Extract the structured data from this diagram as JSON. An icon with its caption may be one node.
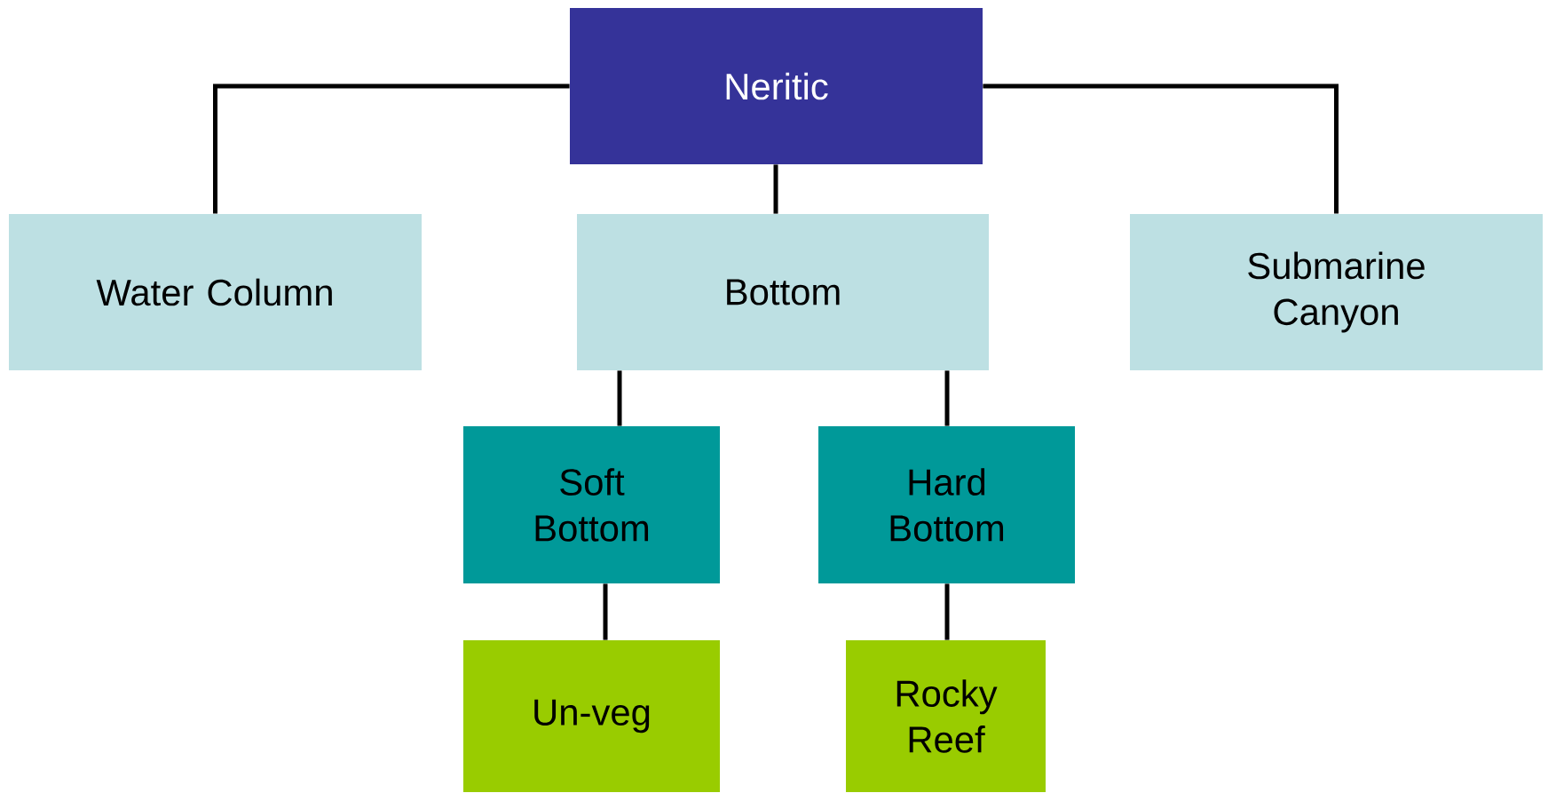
{
  "diagram": {
    "nodes": [
      {
        "text": [
          "Neritic"
        ]
      },
      {
        "text": [
          "Water Column"
        ]
      },
      {
        "text": [
          "Bottom"
        ]
      },
      {
        "text": [
          "Submarine Canyon"
        ]
      },
      {
        "text": [
          "Soft Bottom"
        ]
      },
      {
        "text": [
          "Hard Bottom"
        ]
      },
      {
        "text": [
          "Un-veg"
        ]
      },
      {
        "text": [
          "Rocky Reef"
        ]
      }
    ],
    "edges": [
      {
        "from": 0,
        "to": 1,
        "arrow": "none"
      },
      {
        "from": 0,
        "to": 2,
        "arrow": "none"
      },
      {
        "from": 0,
        "to": 3,
        "arrow": "none"
      },
      {
        "from": 2,
        "to": 4,
        "arrow": "none"
      },
      {
        "from": 2,
        "to": 5,
        "arrow": "none"
      },
      {
        "from": 4,
        "to": 6,
        "arrow": "none"
      },
      {
        "from": 5,
        "to": 7,
        "arrow": "none"
      }
    ]
  }
}
